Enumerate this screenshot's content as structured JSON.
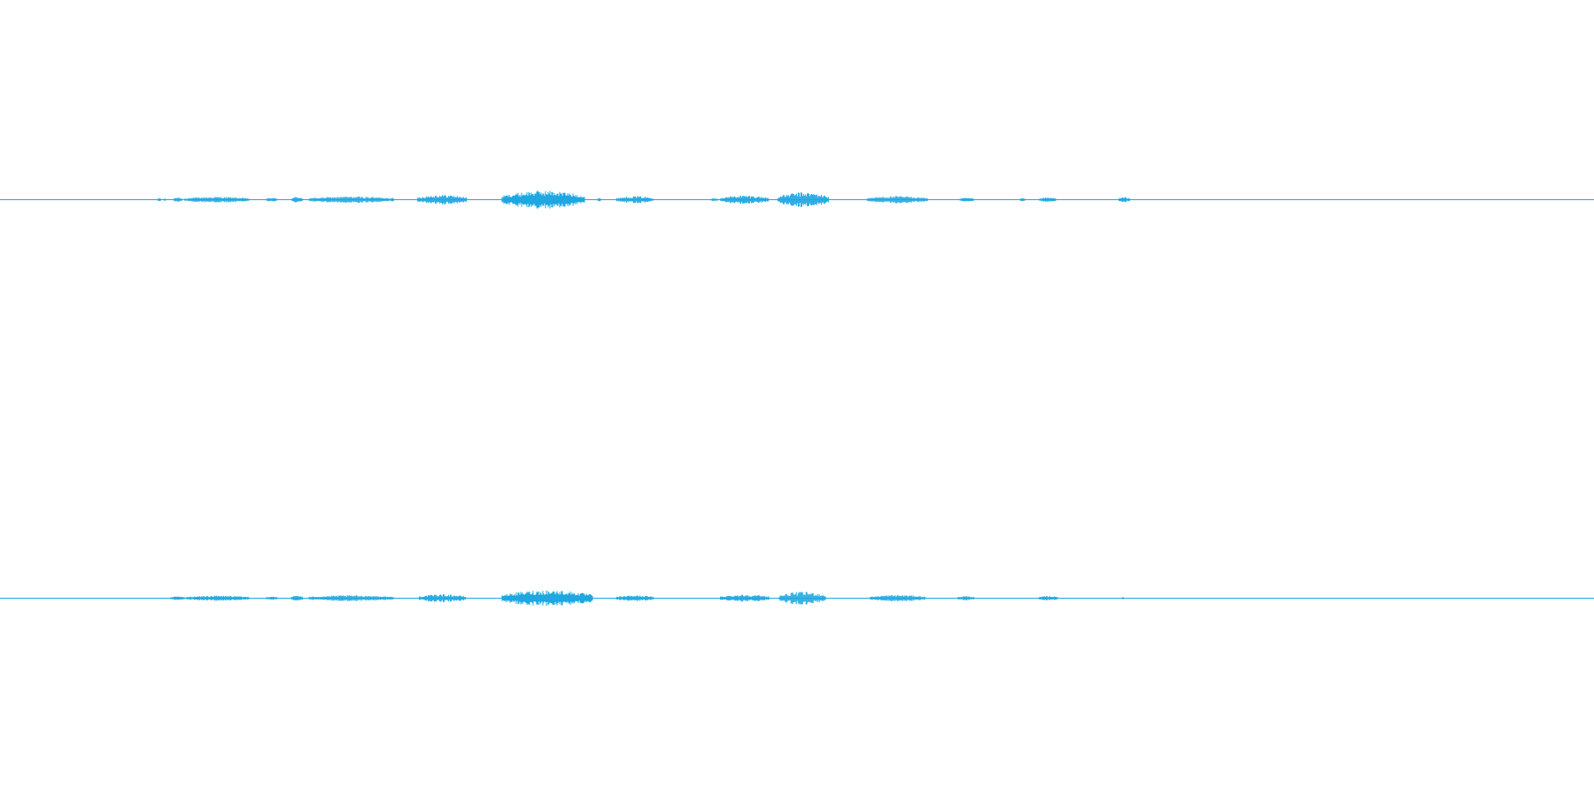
{
  "waveform": {
    "color": "#1ea7e1",
    "background": "#ffffff",
    "channels": [
      {
        "id": "channel-1",
        "segments": [
          {
            "start": 0.099,
            "end": 0.101,
            "amp": 0.04
          },
          {
            "start": 0.103,
            "end": 0.104,
            "amp": 0.03
          },
          {
            "start": 0.109,
            "end": 0.114,
            "amp": 0.06
          },
          {
            "start": 0.116,
            "end": 0.156,
            "amp": 0.07
          },
          {
            "start": 0.167,
            "end": 0.174,
            "amp": 0.04
          },
          {
            "start": 0.183,
            "end": 0.19,
            "amp": 0.07
          },
          {
            "start": 0.194,
            "end": 0.247,
            "amp": 0.08
          },
          {
            "start": 0.262,
            "end": 0.293,
            "amp": 0.13
          },
          {
            "start": 0.315,
            "end": 0.367,
            "amp": 0.25
          },
          {
            "start": 0.375,
            "end": 0.377,
            "amp": 0.04
          },
          {
            "start": 0.387,
            "end": 0.41,
            "amp": 0.09
          },
          {
            "start": 0.446,
            "end": 0.45,
            "amp": 0.04
          },
          {
            "start": 0.452,
            "end": 0.482,
            "amp": 0.11
          },
          {
            "start": 0.488,
            "end": 0.52,
            "amp": 0.2
          },
          {
            "start": 0.544,
            "end": 0.582,
            "amp": 0.09
          },
          {
            "start": 0.602,
            "end": 0.611,
            "amp": 0.04
          },
          {
            "start": 0.64,
            "end": 0.643,
            "amp": 0.03
          },
          {
            "start": 0.652,
            "end": 0.663,
            "amp": 0.05
          },
          {
            "start": 0.702,
            "end": 0.709,
            "amp": 0.06
          }
        ]
      },
      {
        "id": "channel-2",
        "segments": [
          {
            "start": 0.107,
            "end": 0.116,
            "amp": 0.04
          },
          {
            "start": 0.117,
            "end": 0.156,
            "amp": 0.06
          },
          {
            "start": 0.167,
            "end": 0.174,
            "amp": 0.04
          },
          {
            "start": 0.183,
            "end": 0.19,
            "amp": 0.07
          },
          {
            "start": 0.194,
            "end": 0.247,
            "amp": 0.07
          },
          {
            "start": 0.263,
            "end": 0.292,
            "amp": 0.1
          },
          {
            "start": 0.315,
            "end": 0.372,
            "amp": 0.22
          },
          {
            "start": 0.387,
            "end": 0.41,
            "amp": 0.07
          },
          {
            "start": 0.452,
            "end": 0.483,
            "amp": 0.09
          },
          {
            "start": 0.489,
            "end": 0.518,
            "amp": 0.17
          },
          {
            "start": 0.546,
            "end": 0.581,
            "amp": 0.08
          },
          {
            "start": 0.601,
            "end": 0.611,
            "amp": 0.05
          },
          {
            "start": 0.652,
            "end": 0.664,
            "amp": 0.05
          },
          {
            "start": 0.704,
            "end": 0.705,
            "amp": 0.03
          }
        ]
      }
    ]
  }
}
